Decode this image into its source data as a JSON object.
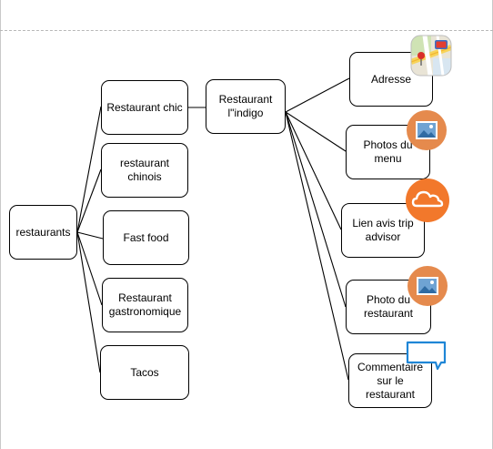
{
  "diagram": {
    "root": {
      "label": "restaurants"
    },
    "categories": [
      {
        "key": "chic",
        "label": "Restaurant chic"
      },
      {
        "key": "chinois",
        "label": "restaurant\nchinois"
      },
      {
        "key": "fastfood",
        "label": "Fast food"
      },
      {
        "key": "gastro",
        "label": "Restaurant\ngastronomique"
      },
      {
        "key": "tacos",
        "label": "Tacos"
      }
    ],
    "restaurant": {
      "label": "Restaurant\nl\"indigo"
    },
    "details": [
      {
        "key": "adresse",
        "label": "Adresse",
        "icon": "maps-icon"
      },
      {
        "key": "photos-menu",
        "label": "Photos du menu",
        "icon": "photo-icon"
      },
      {
        "key": "tripadvisor",
        "label": "Lien avis trip\nadvisor",
        "icon": "cloud-icon"
      },
      {
        "key": "photo-restaurant",
        "label": "Photo du\nrestaurant",
        "icon": "photo-icon"
      },
      {
        "key": "commentaire",
        "label": "Commentaire\nsur le restaurant",
        "icon": "comment-icon"
      }
    ],
    "colors": {
      "stroke": "#000000",
      "photo_icon_bg": "#e58a4d",
      "cloud_icon_bg": "#f2782b",
      "comment_icon": "#1f86d6",
      "page_break": "#b8b8b8"
    }
  }
}
